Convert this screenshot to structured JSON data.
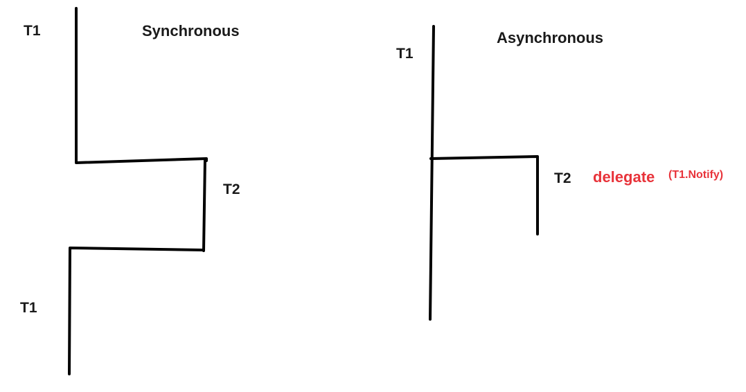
{
  "synchronous": {
    "title": "Synchronous",
    "label_t1_top": "T1",
    "label_t2": "T2",
    "label_t1_bottom": "T1"
  },
  "asynchronous": {
    "title": "Asynchronous",
    "label_t1": "T1",
    "label_t2": "T2",
    "delegate_word": "delegate",
    "delegate_arg": "(T1.Notify)"
  },
  "colors": {
    "line": "#000000",
    "text": "#1a1a1a",
    "accent": "#e8333a"
  }
}
